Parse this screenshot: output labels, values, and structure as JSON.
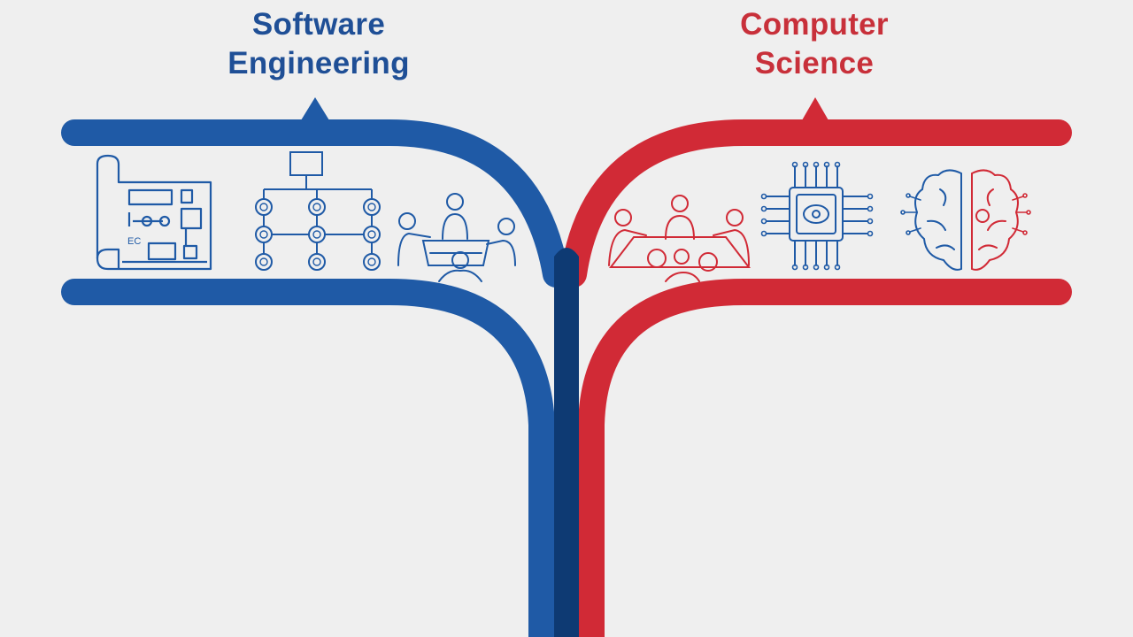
{
  "branches": {
    "left": {
      "title_line1": "Software",
      "title_line2": "Engineering",
      "color": "#1f5aa6",
      "icons": [
        "blueprint-icon",
        "architecture-diagram-icon",
        "team-collaboration-icon"
      ]
    },
    "right": {
      "title_line1": "Computer",
      "title_line2": "Science",
      "color": "#d12a36",
      "icons": [
        "research-group-icon",
        "processor-chip-icon",
        "brain-circuit-icon"
      ]
    }
  },
  "trunk_color": "#0e3a73",
  "background": "#efefef",
  "blueprint_label": "EC"
}
